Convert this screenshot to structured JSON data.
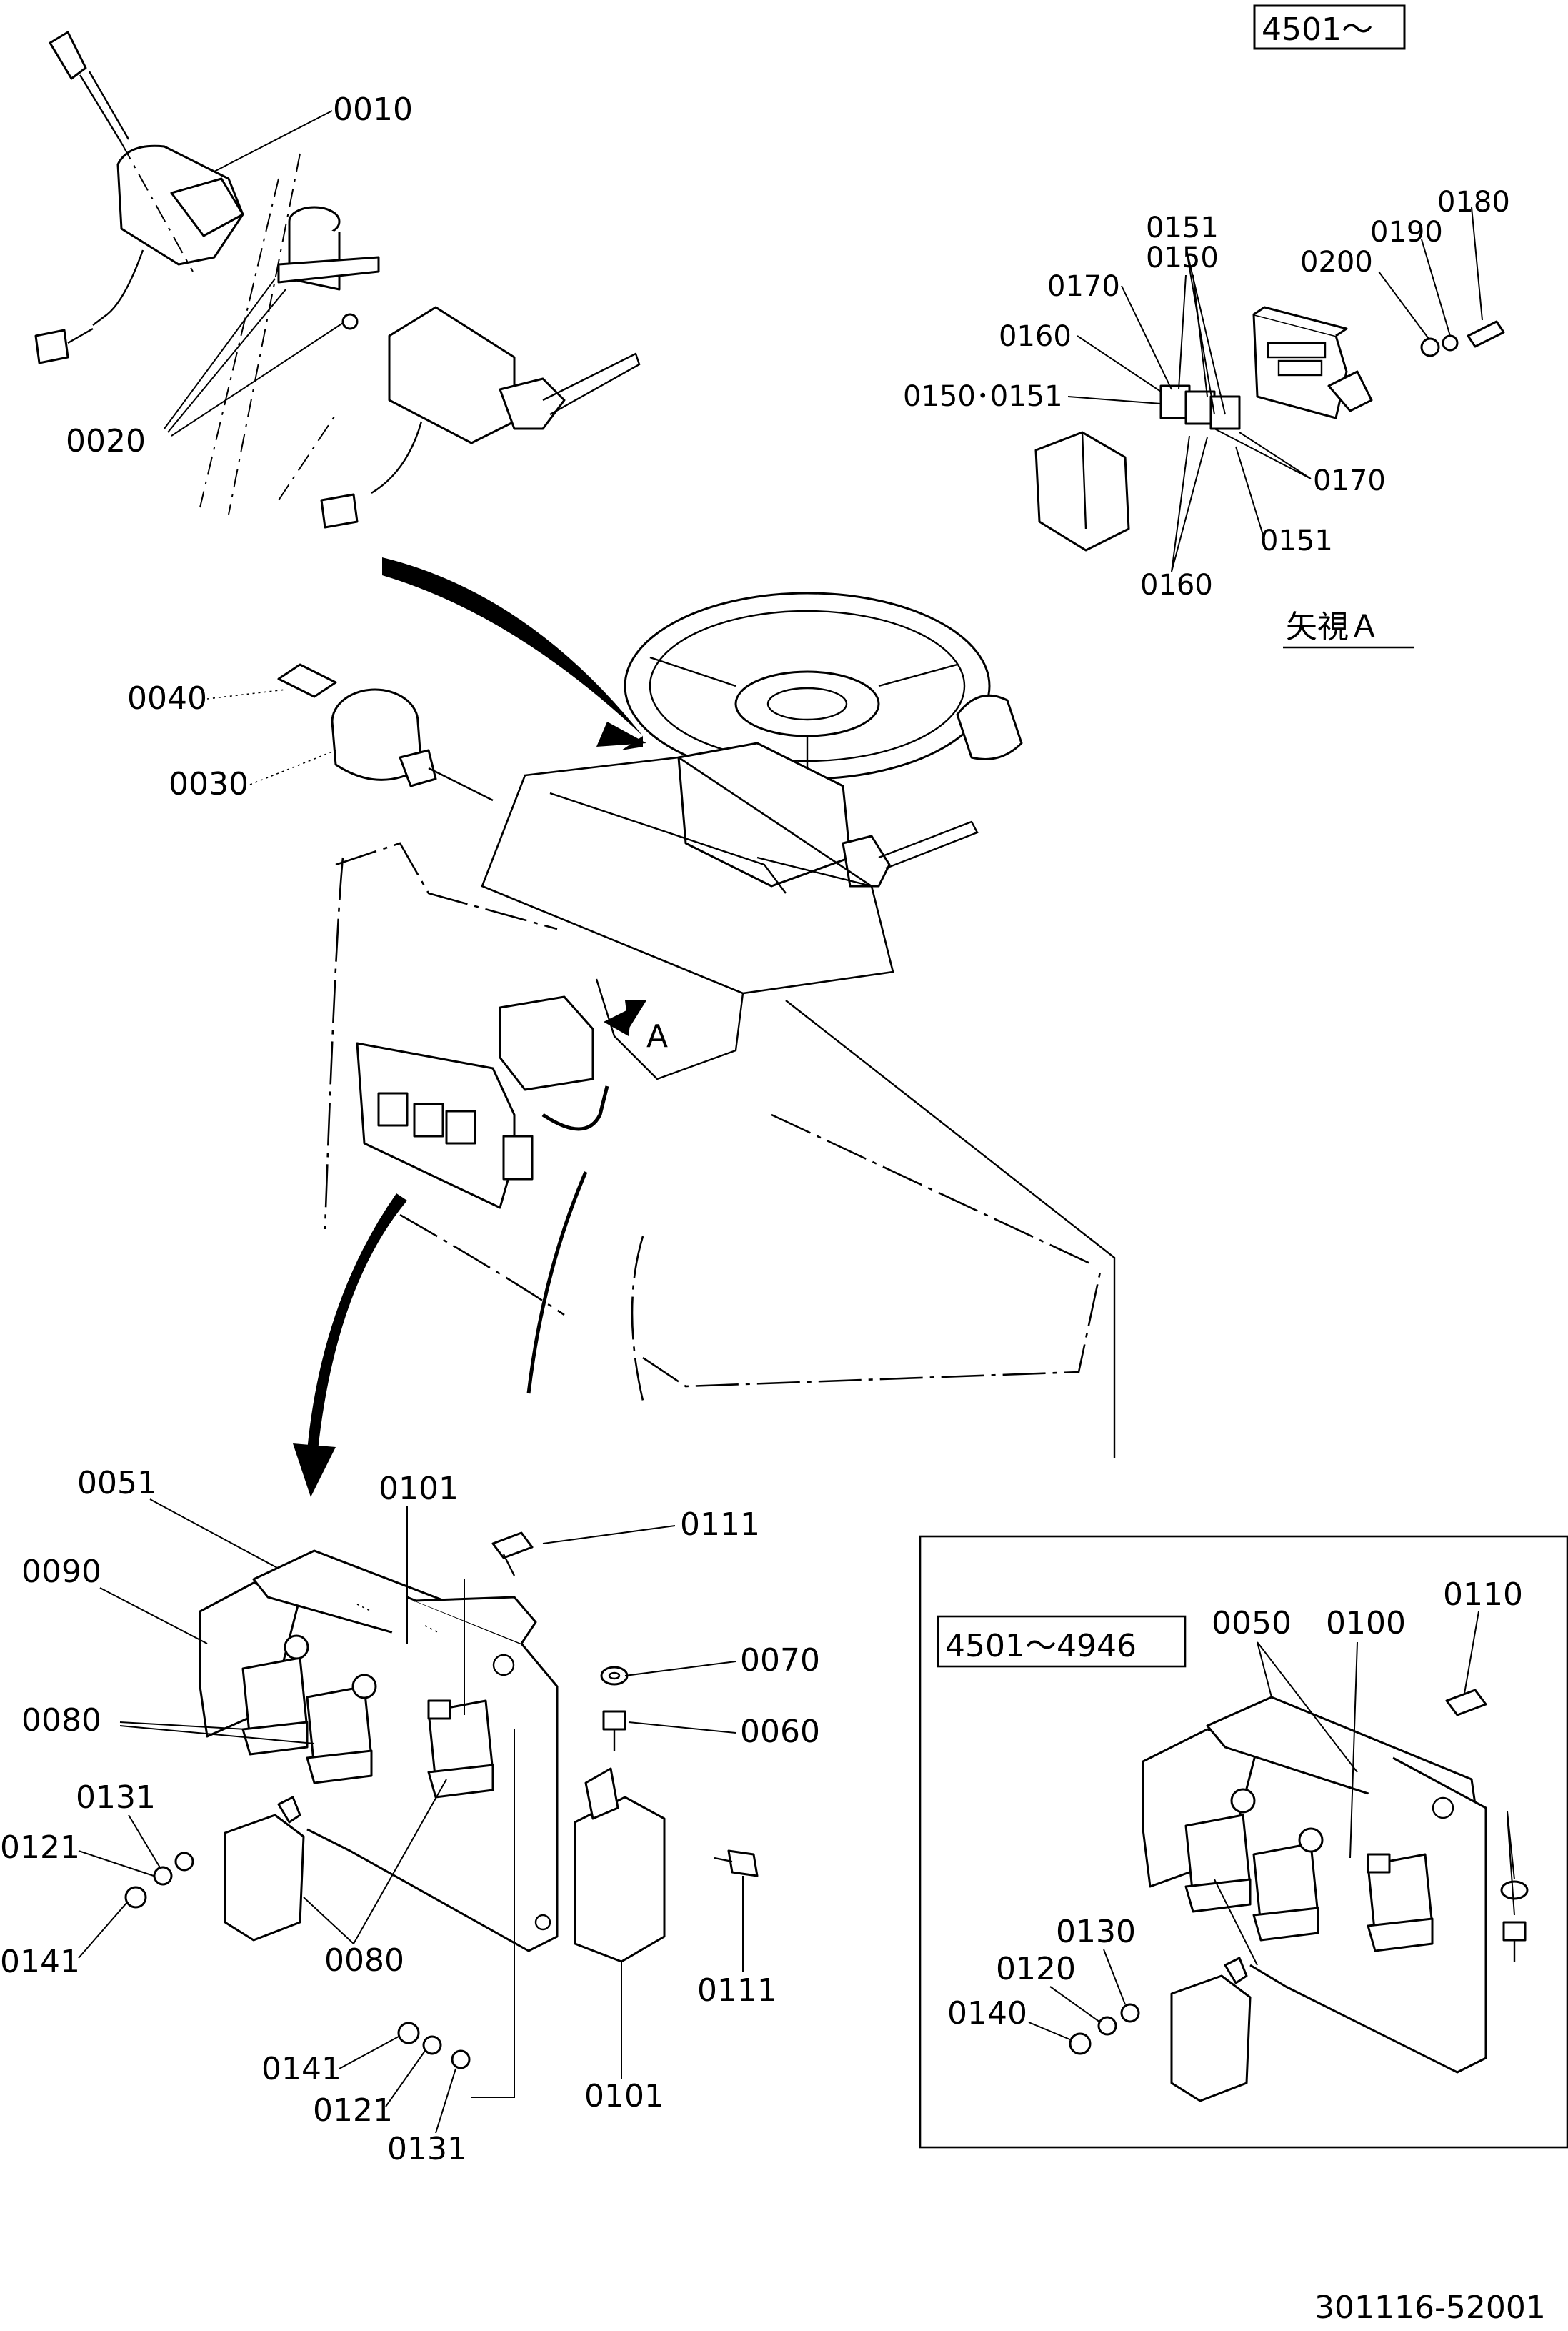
{
  "header": {
    "range_label": "4501〜",
    "view_label": "矢視Ａ",
    "arrow_label": "A",
    "drawing_number": "301116-52001"
  },
  "inset": {
    "range_label": "4501〜4946"
  },
  "labels": {
    "p0010": "0010",
    "p0020": "0020",
    "p0030": "0030",
    "p0040": "0040",
    "p0051": "0051",
    "p0090": "0090",
    "p0080": "0080",
    "p0101": "0101",
    "p0111": "0111",
    "p0070": "0070",
    "p0060": "0060",
    "p0131": "0131",
    "p0121": "0121",
    "p0141": "0141",
    "p0151": "0151",
    "p0150": "0150",
    "p0170": "0170",
    "p0160": "0160",
    "p0150_0151": "0150･0151",
    "p0180": "0180",
    "p0190": "0190",
    "p0200": "0200",
    "p0050": "0050",
    "p0100": "0100",
    "p0110": "0110",
    "p0130": "0130",
    "p0120": "0120",
    "p0140": "0140"
  }
}
